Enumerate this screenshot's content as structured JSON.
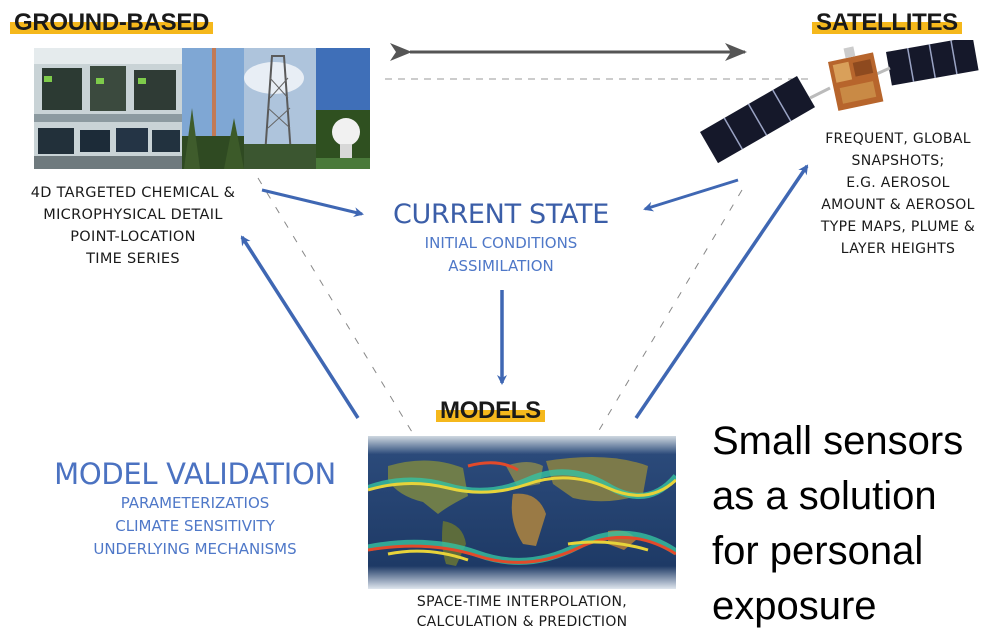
{
  "ground": {
    "title": "GROUND-BASED",
    "lines": [
      "4D TARGETED CHEMICAL &",
      "MICROPHYSICAL DETAIL",
      "POINT-LOCATION",
      "TIME SERIES"
    ]
  },
  "satellites": {
    "title": "SATELLITES",
    "lines": [
      "FREQUENT, GLOBAL",
      "SNAPSHOTS;",
      "E.G. AEROSOL",
      "AMOUNT & AEROSOL",
      "TYPE MAPS, PLUME &",
      "LAYER HEIGHTS"
    ]
  },
  "current_state": {
    "title": "CURRENT STATE",
    "lines": [
      "INITIAL CONDITIONS",
      "ASSIMILATION"
    ]
  },
  "models": {
    "title": "MODELS",
    "lines": [
      "SPACE-TIME INTERPOLATION,",
      "CALCULATION & PREDICTION"
    ]
  },
  "model_validation": {
    "title": "MODEL VALIDATION",
    "lines": [
      "PARAMETERIZATIOS",
      "CLIMATE SENSITIVITY",
      "UNDERLYING MECHANISMS"
    ]
  },
  "small_sensors": {
    "lines": [
      "Small sensors",
      "as a solution",
      "for personal",
      "exposure"
    ]
  },
  "colors": {
    "highlight": "#f5b81c",
    "arrow_blue": "#3f67b3",
    "arrow_gray": "#555555",
    "title_blue": "#3b5ea8",
    "sub_blue": "#4f78c8"
  }
}
